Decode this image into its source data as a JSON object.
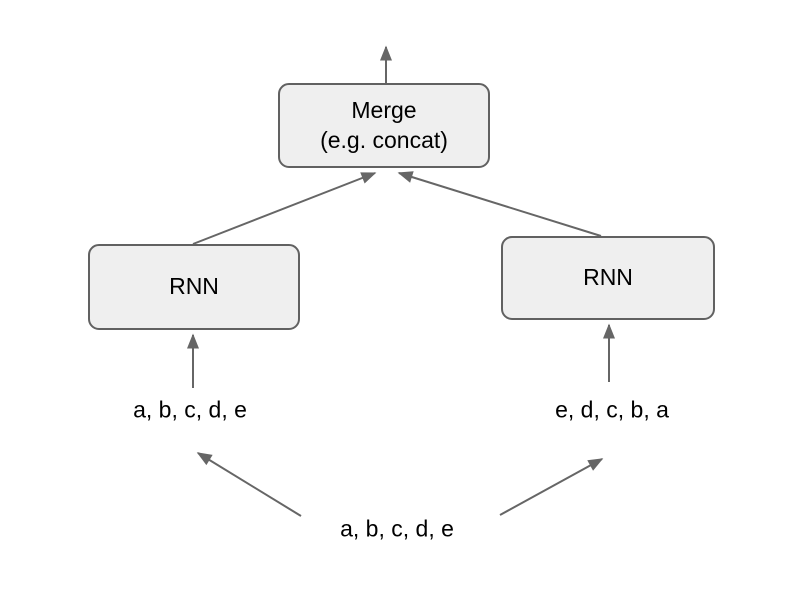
{
  "diagram": {
    "nodes": {
      "merge": {
        "label_line1": "Merge",
        "label_line2": "(e.g. concat)"
      },
      "rnn_left": {
        "label": "RNN"
      },
      "rnn_right": {
        "label": "RNN"
      }
    },
    "labels": {
      "input_left": "a, b, c, d, e",
      "input_right": "e, d, c, b, a",
      "source": "a, b, c, d, e"
    },
    "icons": {
      "arrowhead": "filled-triangle-arrowhead"
    },
    "colors": {
      "background": "#ffffff",
      "node_fill": "#efefef",
      "node_border": "#616161",
      "arrow": "#666666",
      "text": "#000000"
    }
  }
}
